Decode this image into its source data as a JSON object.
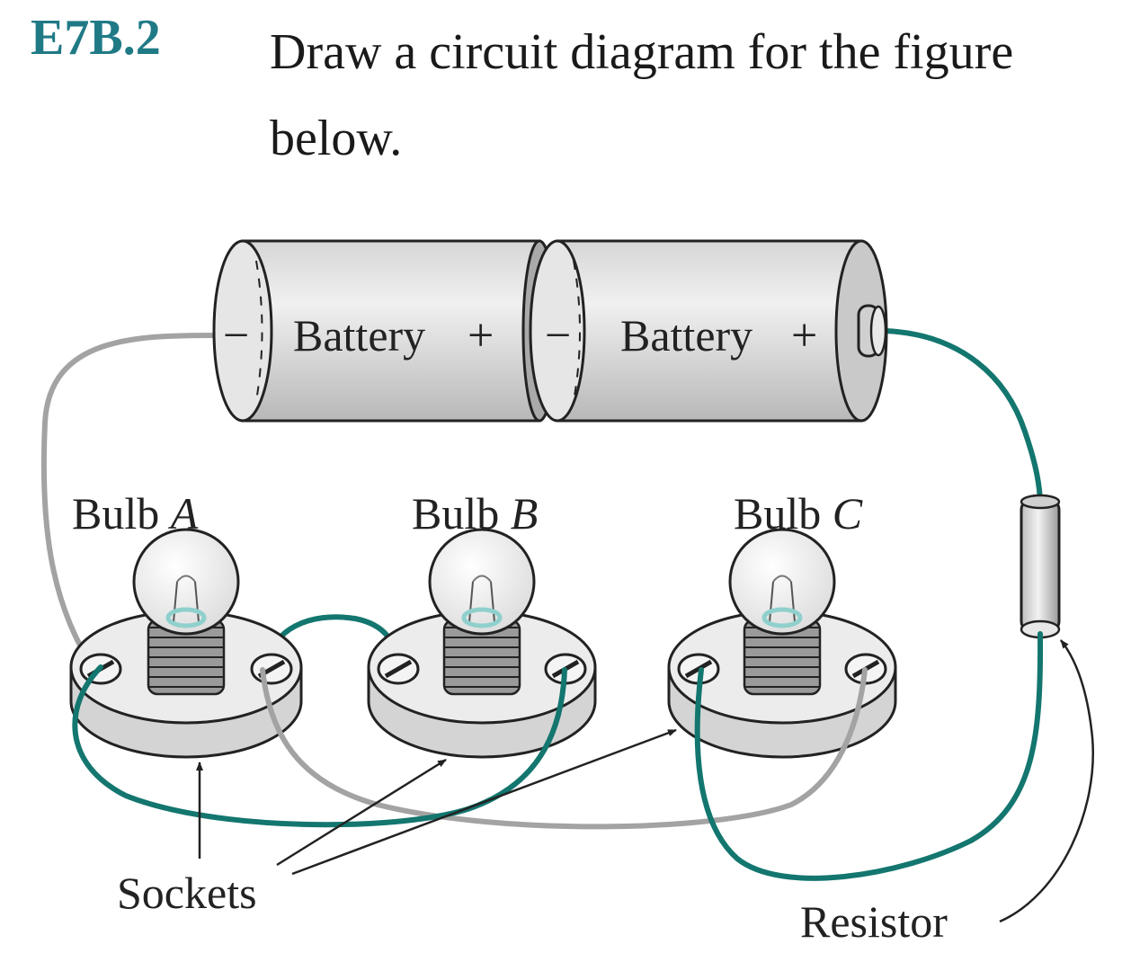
{
  "header": {
    "number": "E7B.2",
    "prompt": "Draw a circuit diagram for the figure below."
  },
  "batteries": [
    {
      "label": "Battery",
      "minus": "−",
      "plus": "+"
    },
    {
      "label": "Battery",
      "minus": "−",
      "plus": "+"
    }
  ],
  "bulbs": [
    {
      "prefix": "Bulb ",
      "letter": "A"
    },
    {
      "prefix": "Bulb ",
      "letter": "B"
    },
    {
      "prefix": "Bulb ",
      "letter": "C"
    }
  ],
  "callouts": {
    "sockets": "Sockets",
    "resistor": "Resistor"
  },
  "colors": {
    "teal_wire": "#13766f",
    "gray_wire": "#a3a3a3",
    "title": "#1f7a86",
    "battery": "#d9d9d9"
  }
}
